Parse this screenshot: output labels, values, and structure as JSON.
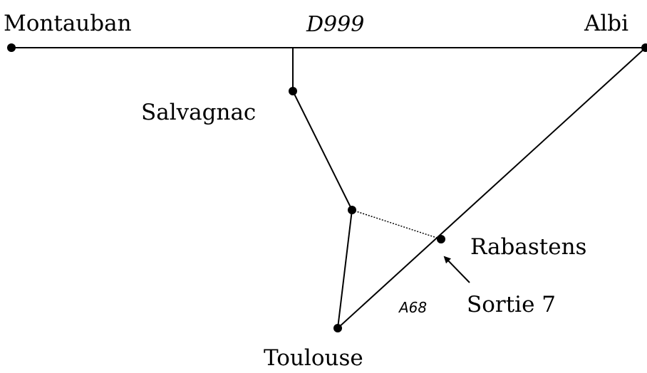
{
  "places": {
    "montauban": "Montauban",
    "albi": "Albi",
    "salvagnac": "Salvagnac",
    "rabastens": "Rabastens",
    "toulouse": "Toulouse"
  },
  "roads": {
    "d999": "D999",
    "a68": "A68"
  },
  "annotations": {
    "exit": "Sortie 7"
  },
  "colors": {
    "line": "#000000",
    "background": "#ffffff"
  }
}
